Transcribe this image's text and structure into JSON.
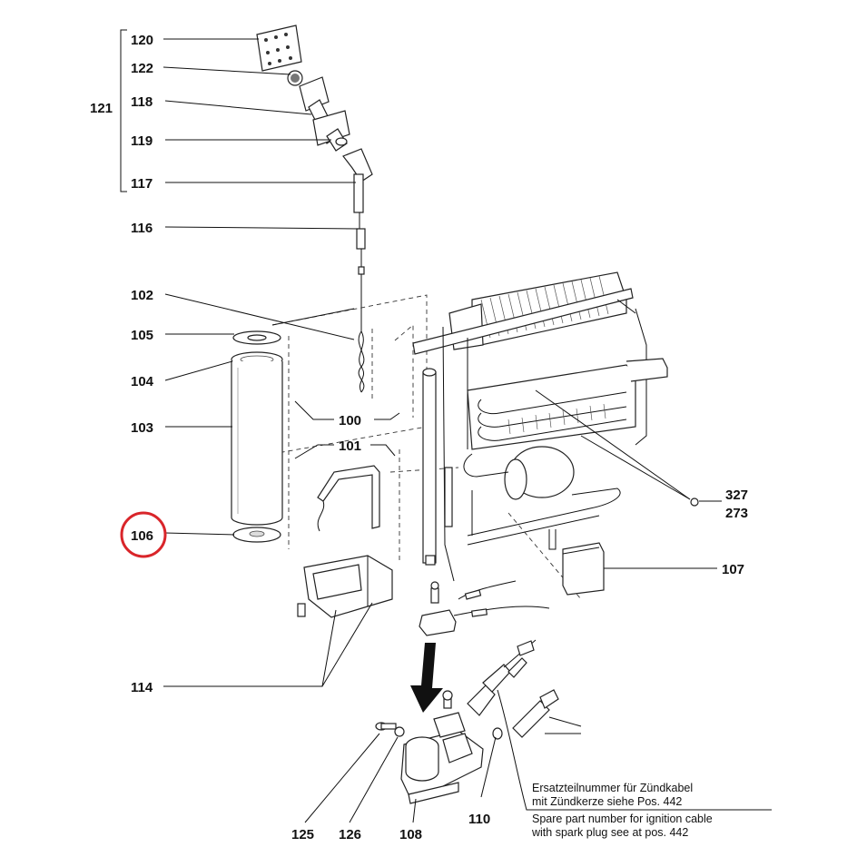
{
  "labels": {
    "p120": "120",
    "p122": "122",
    "p121": "121",
    "p118": "118",
    "p119": "119",
    "p117": "117",
    "p116": "116",
    "p102": "102",
    "p105": "105",
    "p104": "104",
    "p103": "103",
    "p100": "100",
    "p101": "101",
    "p106": "106",
    "p327": "327",
    "p273": "273",
    "p107": "107",
    "p114": "114",
    "p125": "125",
    "p126": "126",
    "p108": "108",
    "p110": "110"
  },
  "note": {
    "de_line1": "Ersatzteilnummer für Zündkabel",
    "de_line2": "mit Zündkerze siehe Pos. 442",
    "en_line1": "Spare part number for ignition cable",
    "en_line2": "with spark plug see at pos. 442"
  },
  "highlight": {
    "target": "106",
    "color": "#d9252a"
  }
}
